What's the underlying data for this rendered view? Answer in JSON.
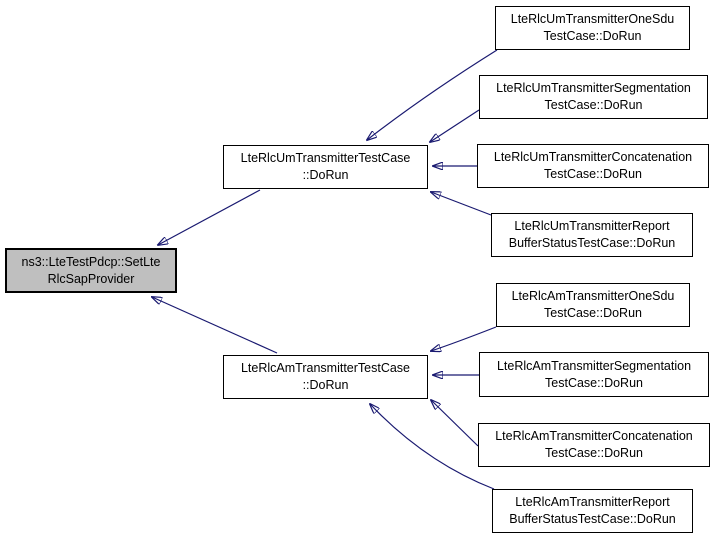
{
  "diagram": {
    "kind": "caller-graph",
    "style": {
      "edge_color": "#191970",
      "highlight_fill": "#bfbfbf",
      "node_fill": "#ffffff",
      "node_border": "#000000",
      "background": "#ffffff"
    },
    "nodes": {
      "root": {
        "line1": "ns3::LteTestPdcp::SetLte",
        "line2": "RlcSapProvider"
      },
      "um": {
        "line1": "LteRlcUmTransmitterTestCase",
        "line2": "::DoRun"
      },
      "am": {
        "line1": "LteRlcAmTransmitterTestCase",
        "line2": "::DoRun"
      },
      "um_onesdu": {
        "line1": "LteRlcUmTransmitterOneSdu",
        "line2": "TestCase::DoRun"
      },
      "um_seg": {
        "line1": "LteRlcUmTransmitterSegmentation",
        "line2": "TestCase::DoRun"
      },
      "um_con": {
        "line1": "LteRlcUmTransmitterConcatenation",
        "line2": "TestCase::DoRun"
      },
      "um_rep": {
        "line1": "LteRlcUmTransmitterReport",
        "line2": "BufferStatusTestCase::DoRun"
      },
      "am_onesdu": {
        "line1": "LteRlcAmTransmitterOneSdu",
        "line2": "TestCase::DoRun"
      },
      "am_seg": {
        "line1": "LteRlcAmTransmitterSegmentation",
        "line2": "TestCase::DoRun"
      },
      "am_con": {
        "line1": "LteRlcAmTransmitterConcatenation",
        "line2": "TestCase::DoRun"
      },
      "am_rep": {
        "line1": "LteRlcAmTransmitterReport",
        "line2": "BufferStatusTestCase::DoRun"
      }
    },
    "edges": [
      {
        "from": "um",
        "to": "root"
      },
      {
        "from": "am",
        "to": "root"
      },
      {
        "from": "um_onesdu",
        "to": "um"
      },
      {
        "from": "um_seg",
        "to": "um"
      },
      {
        "from": "um_con",
        "to": "um"
      },
      {
        "from": "um_rep",
        "to": "um"
      },
      {
        "from": "am_onesdu",
        "to": "am"
      },
      {
        "from": "am_seg",
        "to": "am"
      },
      {
        "from": "am_con",
        "to": "am"
      },
      {
        "from": "am_rep",
        "to": "am"
      }
    ]
  }
}
